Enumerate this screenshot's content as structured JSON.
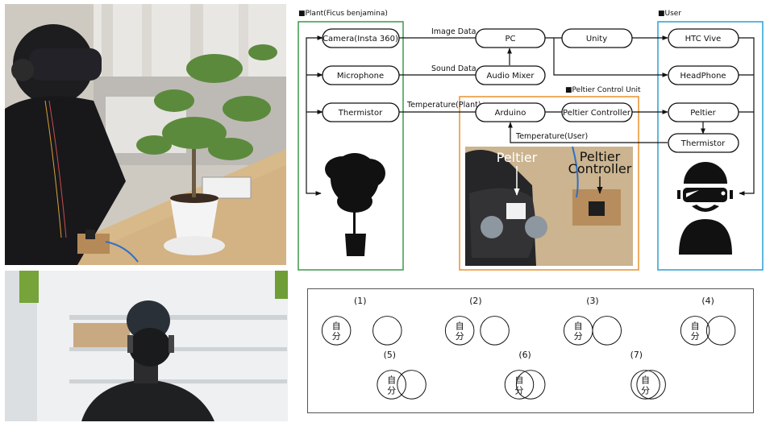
{
  "photos": {
    "top": {
      "description": "User wearing VR headset and headphones seated at a desk next to a potted Ficus benjamina plant with a Peltier controller board and audio mixer"
    },
    "bottom": {
      "description": "360-camera view from the plant's position showing the user wearing the VR headset"
    }
  },
  "diagram": {
    "groups": {
      "plant": {
        "label": "■Plant(Ficus benjamina)",
        "color": "#3a9a4a"
      },
      "user": {
        "label": "■User",
        "color": "#2b9fd4"
      },
      "peltier_unit": {
        "label": "■Peltier Control Unit",
        "color": "#e8922c"
      }
    },
    "nodes": {
      "camera": "Camera(Insta 360)",
      "microphone": "Microphone",
      "thermistor_plant": "Thermistor",
      "pc": "PC",
      "audio_mixer": "Audio Mixer",
      "arduino": "Arduino",
      "unity": "Unity",
      "peltier_controller": "Peltier Controller",
      "htc_vive": "HTC Vive",
      "headphone": "HeadPhone",
      "peltier": "Peltier",
      "thermistor_user": "Thermistor"
    },
    "edge_labels": {
      "image_data": "Image Data",
      "sound_data": "Sound Data",
      "temperature_plant": "Temperature(Plant)",
      "temperature_user": "Temperature(User)"
    },
    "photo_labels": {
      "peltier": "Peltier",
      "controller_line1": "Peltier",
      "controller_line2": "Controller"
    },
    "icons": {
      "plant": "ficus-tree-silhouette-icon",
      "user": "vr-user-icon"
    }
  },
  "ios_scale": {
    "self_label": "自分",
    "self_char1": "自",
    "self_char2": "分",
    "items": [
      {
        "label": "(1)",
        "overlap": 0.0,
        "gap": "far"
      },
      {
        "label": "(2)",
        "overlap": 0.0,
        "gap": "near"
      },
      {
        "label": "(3)",
        "overlap": 0.0,
        "gap": "touch"
      },
      {
        "label": "(4)",
        "overlap": 0.1
      },
      {
        "label": "(5)",
        "overlap": 0.3
      },
      {
        "label": "(6)",
        "overlap": 0.6
      },
      {
        "label": "(7)",
        "overlap": 0.8
      }
    ]
  }
}
